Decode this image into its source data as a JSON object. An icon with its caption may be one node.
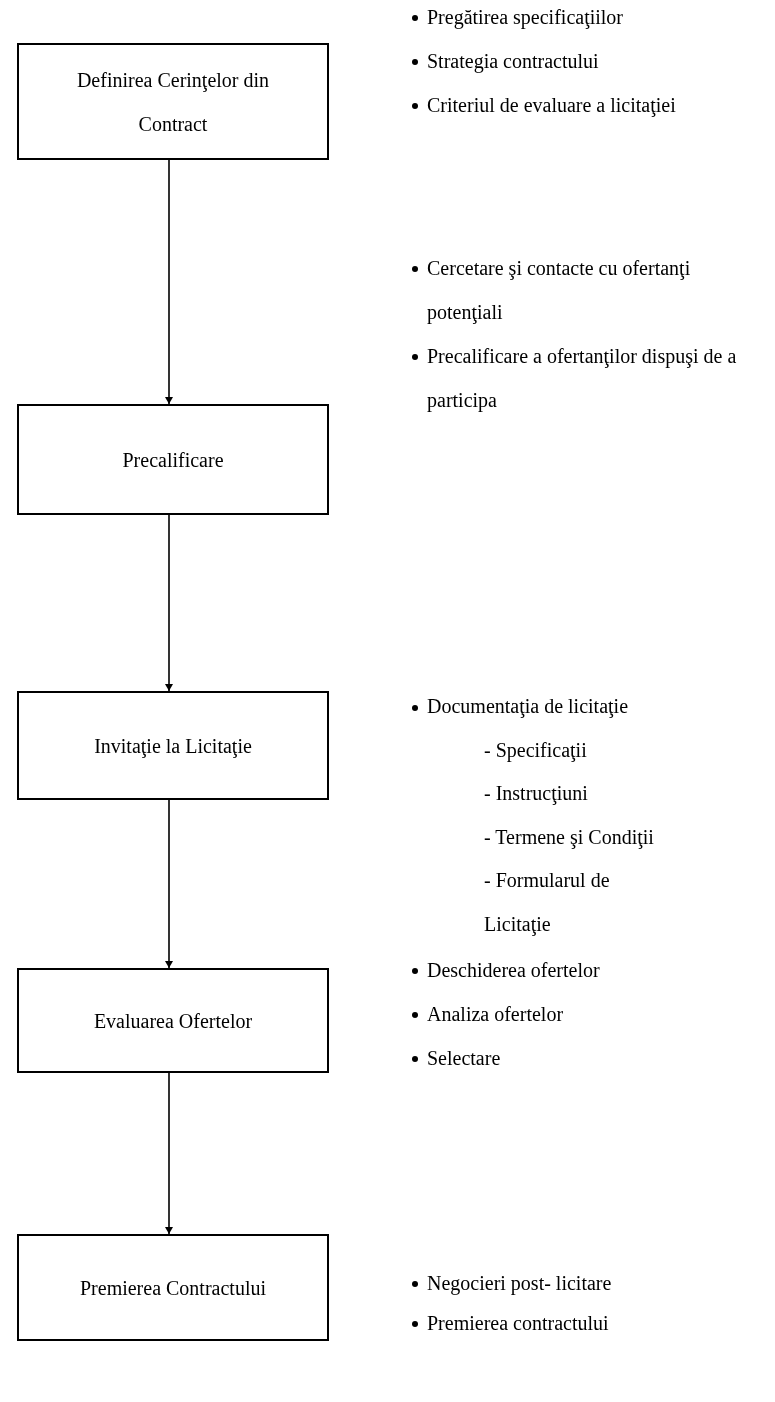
{
  "diagram": {
    "nodes": [
      {
        "text": [
          "Definirea Cerinţelor din Contract"
        ],
        "beside": [
          "Pregătirea specificaţiilor",
          "Strategia contractului",
          "Criteriul de evaluare a licitaţiei"
        ]
      },
      {
        "text": [
          "Precalificare"
        ],
        "beside": [
          "Cercetare şi contacte cu ofertanţi potenţiali",
          "Precalificare a ofertanţilor dispuşi de a participa"
        ]
      },
      {
        "text": [
          "Invitaţie la Licitaţie"
        ],
        "beside": [
          "Documentaţia de licitaţie",
          "- Specificaţii",
          "- Instrucţiuni",
          "- Termene şi Condiţii",
          "- Formularul de Licitaţie"
        ]
      },
      {
        "text": [
          "Evaluarea Ofertelor"
        ],
        "beside": [
          "Deschiderea ofertelor",
          "Analiza ofertelor",
          "Selectare"
        ]
      },
      {
        "text": [
          "Premierea Contractului"
        ],
        "beside": [
          "Negocieri post- licitare",
          "Premierea contractului"
        ]
      }
    ],
    "edges": [
      {
        "from": 0,
        "to": 1,
        "arrow": "to"
      },
      {
        "from": 1,
        "to": 2,
        "arrow": "to"
      },
      {
        "from": 2,
        "to": 3,
        "arrow": "to"
      },
      {
        "from": 3,
        "to": 4,
        "arrow": "to"
      }
    ]
  }
}
